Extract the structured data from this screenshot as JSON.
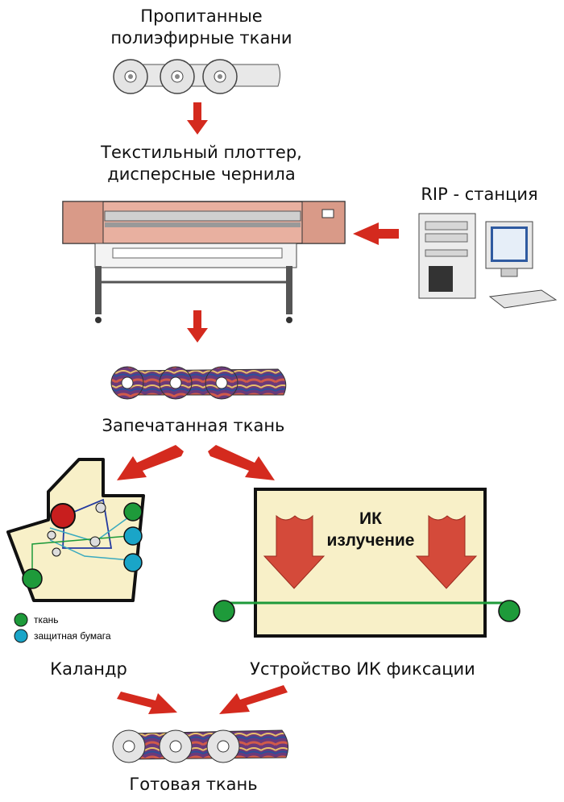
{
  "steps": {
    "input_fabric": {
      "line1": "Пропитанные",
      "line2": "полиэфирные ткани"
    },
    "plotter": {
      "line1": "Текстильный плоттер,",
      "line2": "дисперсные чернила"
    },
    "rip": "RIP - станция",
    "printed_fabric": "Запечатанная ткань",
    "calender": "Каландр",
    "ir_device": "Устройство ИК фиксации",
    "final_fabric": "Готовая ткань"
  },
  "ir_box": {
    "line1": "ИК",
    "line2": "излучение"
  },
  "legend": [
    {
      "label": "ткань",
      "color": "#1e9a3a"
    },
    {
      "label": "защитная бумага",
      "color": "#1aa5c8"
    }
  ],
  "colors": {
    "arrow": "#d42a1e",
    "panel": "#f8f0c8",
    "plotter_body": "#e8b0a0",
    "fabric_roller": "#1e9a3a",
    "paper_roller": "#1aa5c8",
    "heat_roller": "#c81e1e"
  }
}
